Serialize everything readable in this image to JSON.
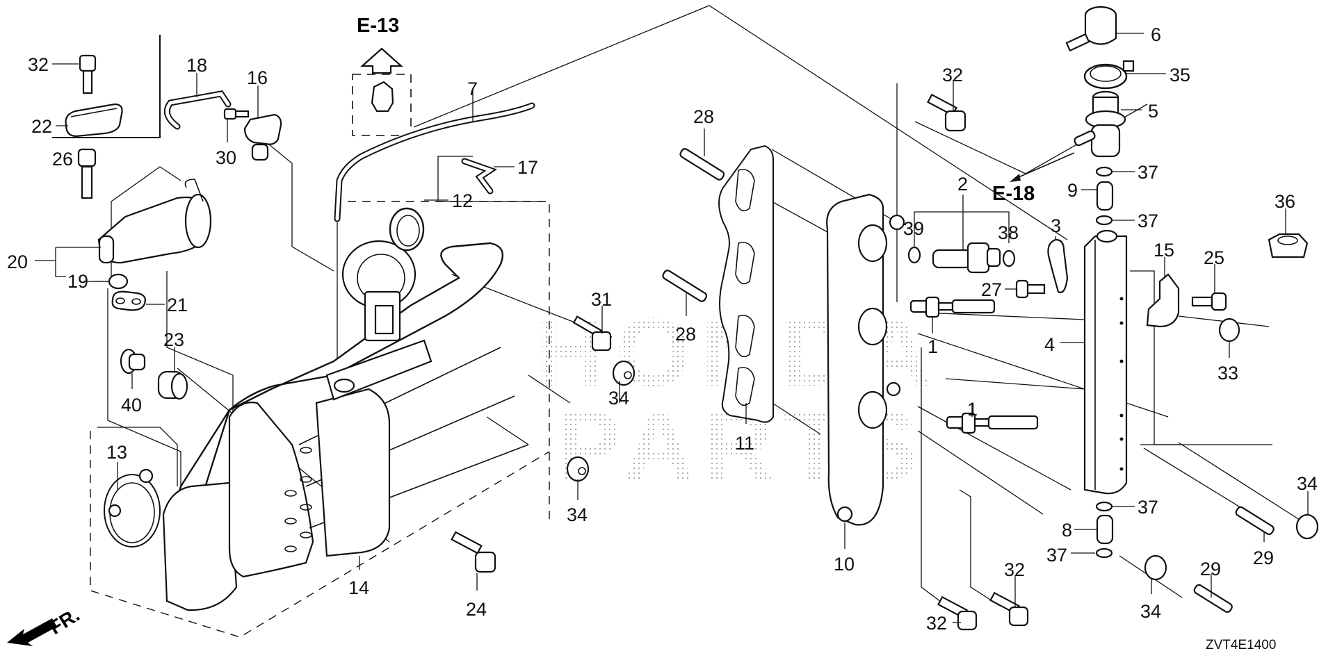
{
  "diagram": {
    "title": "Intake Manifold / Fuel Rail Exploded Parts Diagram",
    "drawing_code": "ZVT4E1400",
    "front_indicator": "FR.",
    "watermark_lines": [
      "HONDA",
      "PARTS"
    ],
    "references": [
      {
        "id": "ref-e13",
        "text": "E-13"
      },
      {
        "id": "ref-e18",
        "text": "E-18"
      }
    ],
    "callouts": [
      {
        "n": "32",
        "near": "bolt-top-left"
      },
      {
        "n": "22",
        "near": "clamp-bracket"
      },
      {
        "n": "18",
        "near": "hose"
      },
      {
        "n": "16",
        "near": "sensor"
      },
      {
        "n": "30",
        "near": "screw"
      },
      {
        "n": "26",
        "near": "bolt"
      },
      {
        "n": "20",
        "near": "idle-air-valve"
      },
      {
        "n": "19",
        "near": "seal"
      },
      {
        "n": "21",
        "near": "gasket"
      },
      {
        "n": "23",
        "near": "grommet"
      },
      {
        "n": "40",
        "near": "collar"
      },
      {
        "n": "13",
        "near": "gasket-throttle"
      },
      {
        "n": "14",
        "near": "intake-manifold"
      },
      {
        "n": "24",
        "near": "bolt"
      },
      {
        "n": "7",
        "near": "tube"
      },
      {
        "n": "17",
        "near": "hose-joint"
      },
      {
        "n": "12",
        "near": "o-ring"
      },
      {
        "n": "31",
        "near": "bolt"
      },
      {
        "n": "34",
        "near": "nut-upper"
      },
      {
        "n": "34",
        "near": "nut-lower"
      },
      {
        "n": "28",
        "near": "stud-upper"
      },
      {
        "n": "28",
        "near": "stud-lower"
      },
      {
        "n": "11",
        "near": "manifold-gasket"
      },
      {
        "n": "10",
        "near": "injector-base"
      },
      {
        "n": "32",
        "near": "bolt-center-top"
      },
      {
        "n": "2",
        "near": "injector"
      },
      {
        "n": "39",
        "near": "o-ring"
      },
      {
        "n": "38",
        "near": "o-ring"
      },
      {
        "n": "1",
        "near": "stud-bolt-upper"
      },
      {
        "n": "1",
        "near": "stud-bolt-lower"
      },
      {
        "n": "27",
        "near": "bolt"
      },
      {
        "n": "3",
        "near": "clip"
      },
      {
        "n": "6",
        "near": "pressure-regulator-cap"
      },
      {
        "n": "35",
        "near": "clamp"
      },
      {
        "n": "5",
        "near": "pressure-regulator"
      },
      {
        "n": "37",
        "near": "o-ring-upper-a"
      },
      {
        "n": "9",
        "near": "joint"
      },
      {
        "n": "37",
        "near": "o-ring-upper-b"
      },
      {
        "n": "36",
        "near": "holder"
      },
      {
        "n": "15",
        "near": "bracket"
      },
      {
        "n": "25",
        "near": "bolt"
      },
      {
        "n": "4",
        "near": "fuel-rail"
      },
      {
        "n": "33",
        "near": "nut"
      },
      {
        "n": "37",
        "near": "o-ring-lower-a"
      },
      {
        "n": "8",
        "near": "joint"
      },
      {
        "n": "37",
        "near": "o-ring-lower-b"
      },
      {
        "n": "34",
        "near": "nut-right"
      },
      {
        "n": "29",
        "near": "stud-right"
      },
      {
        "n": "34",
        "near": "nut-bottom"
      },
      {
        "n": "29",
        "near": "stud-bottom"
      },
      {
        "n": "32",
        "near": "bolt-bottom-a"
      },
      {
        "n": "32",
        "near": "bolt-bottom-b"
      }
    ]
  }
}
